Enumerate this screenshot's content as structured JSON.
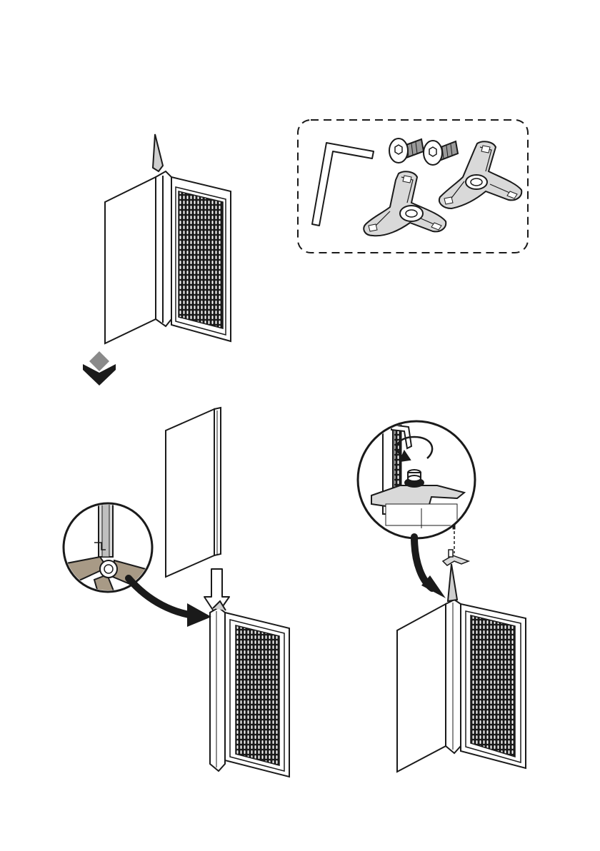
{
  "colors": {
    "line": "#1a1a1a",
    "panel": "#ffffff",
    "grille": "#1a1a1a",
    "grille_slot": "#ffffff",
    "metal": "#d9d9d9",
    "tan": "#a89a86",
    "brand_dark": "#1a1a1a",
    "brand_light": "#8a8a8a",
    "arrow": "#1a1a1a"
  },
  "icons": {
    "brand_mark": "diamond-cube-logo",
    "allen_key": "hex-key-icon",
    "screw": "countersunk-screw-icon",
    "foot": "tri-foot-icon"
  },
  "parts_box": {
    "style": "dashed-border",
    "items": [
      "allen-key",
      "screw",
      "screw",
      "foot",
      "foot"
    ]
  }
}
